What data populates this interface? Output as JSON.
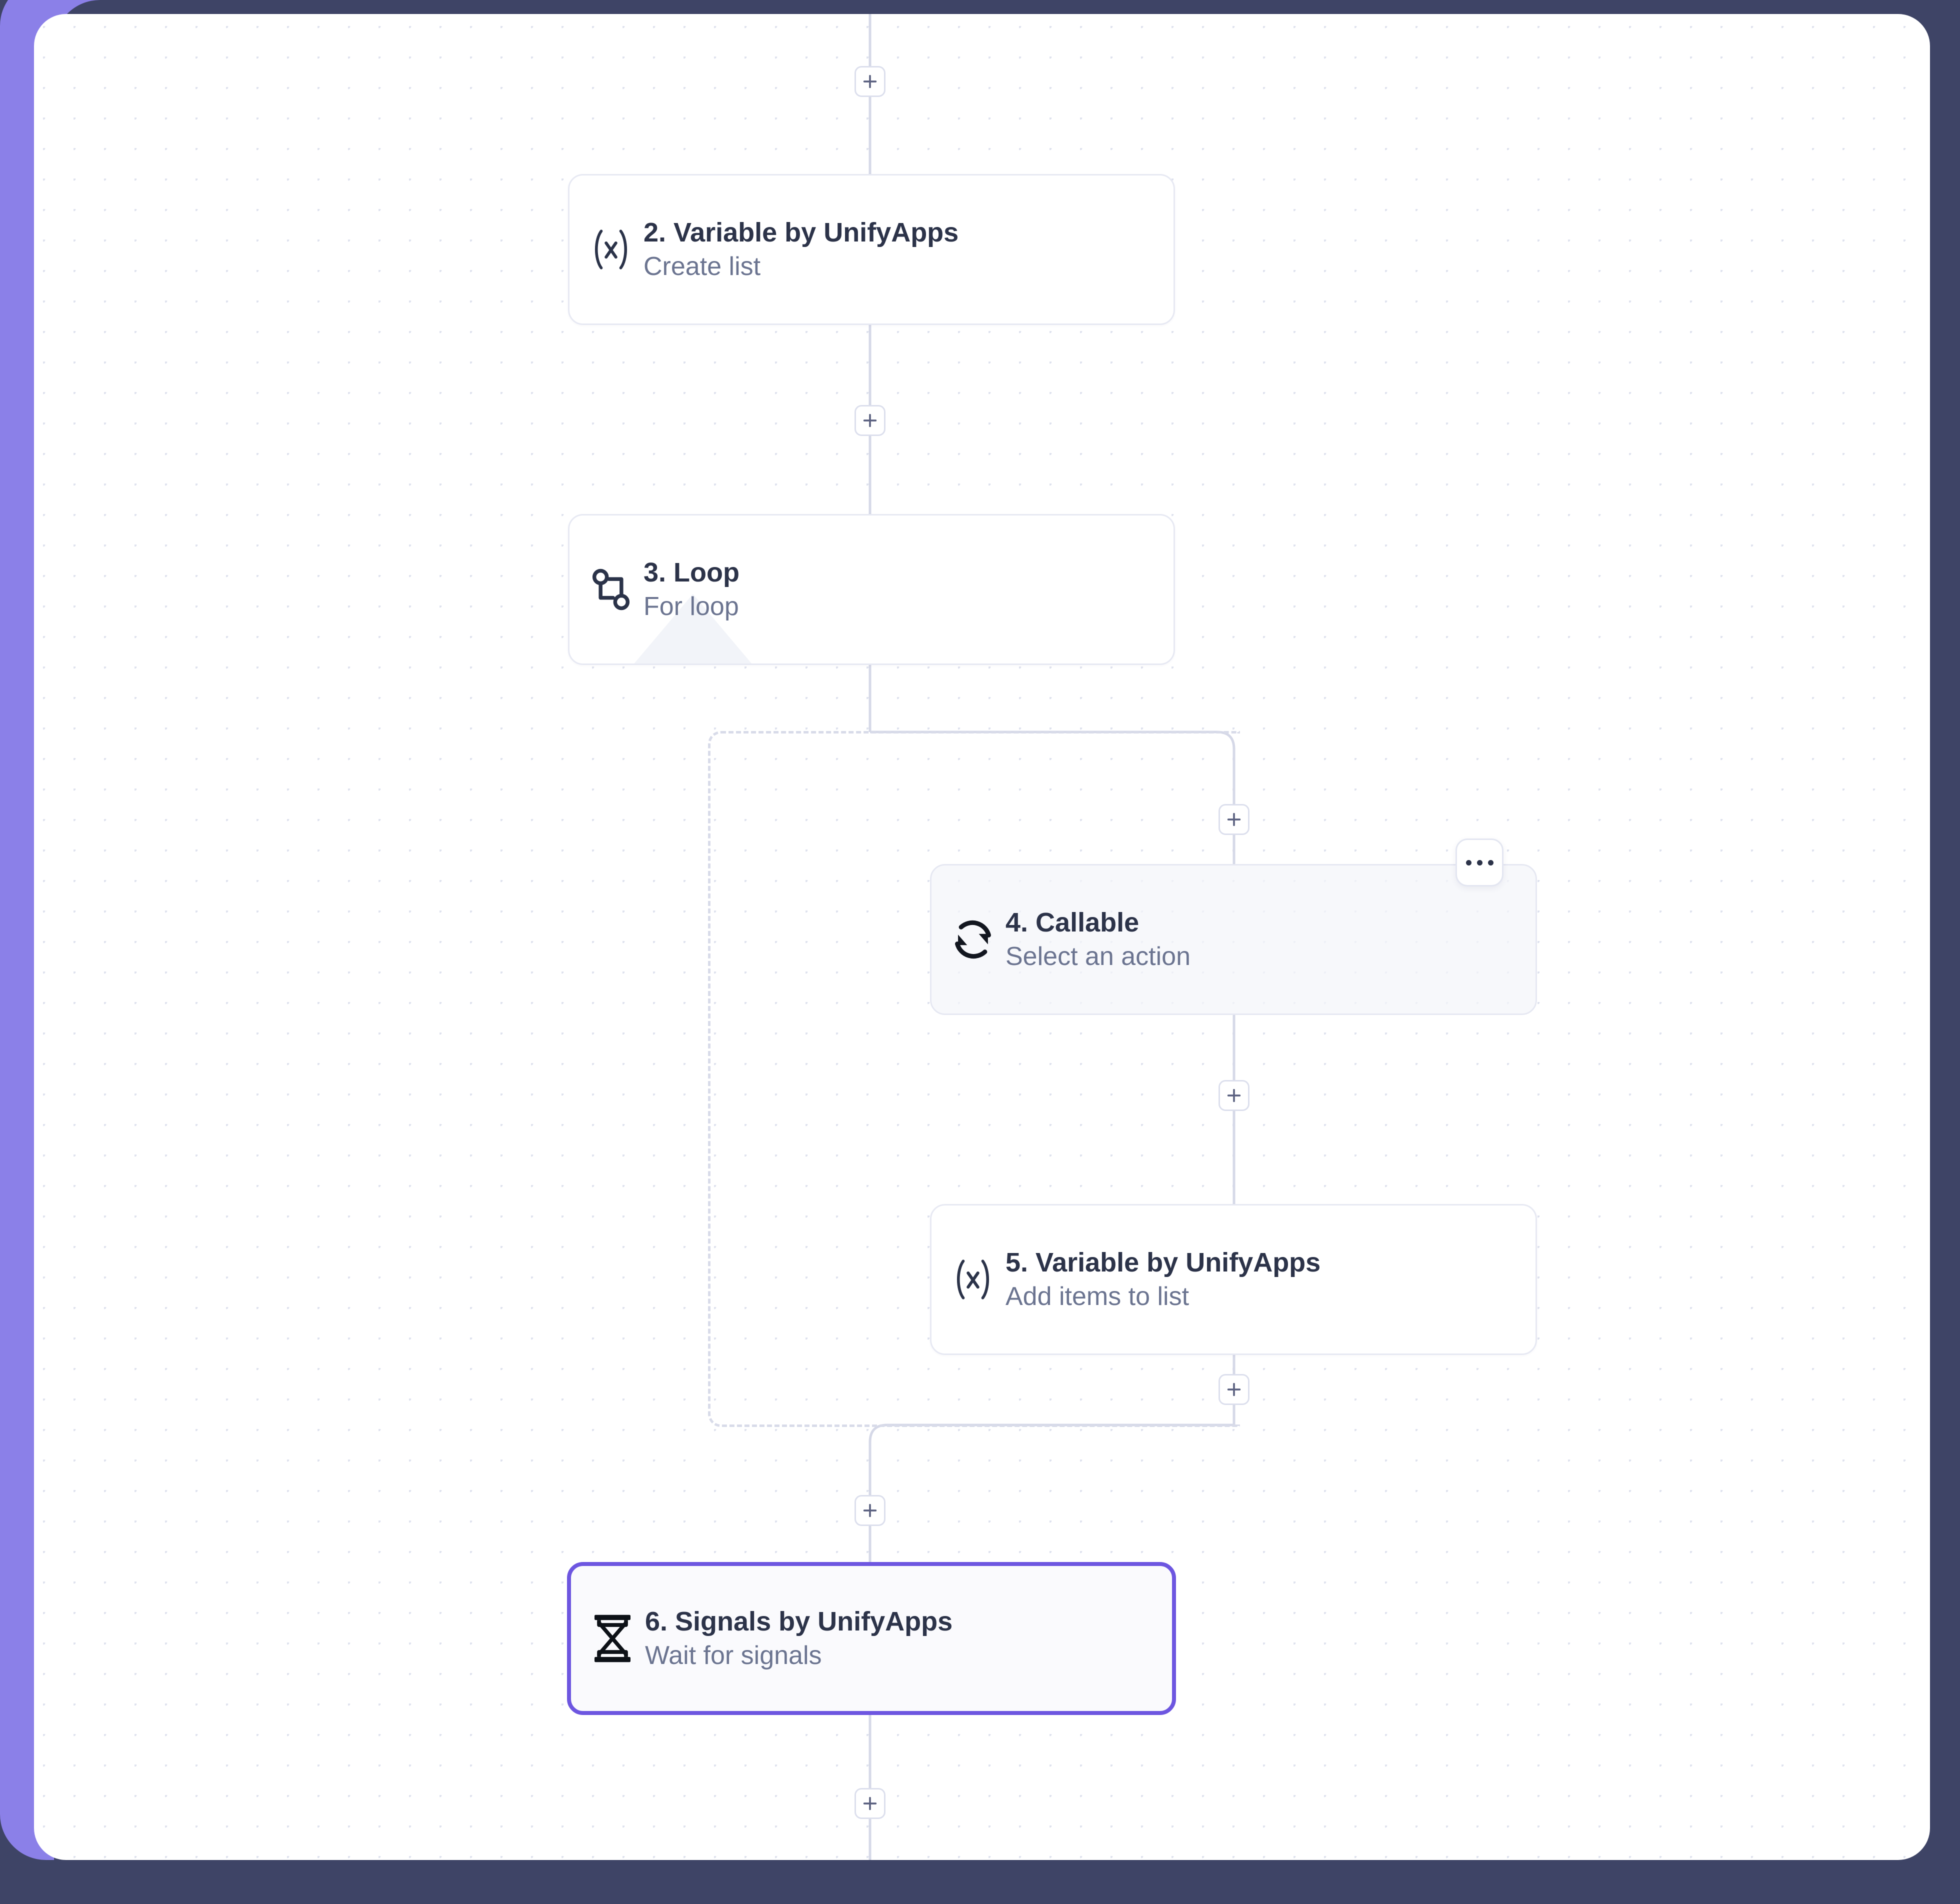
{
  "theme": {
    "frame_outer_color": "#8b80e8",
    "frame_inner_color": "#3e4466",
    "canvas_bg": "#ffffff",
    "dot_grid_color": "#dfe2ee",
    "connector_color": "#d5d8e7",
    "dashed_border_color": "#d8dbe9",
    "node_border_color": "#e7e9f3",
    "node_title_color": "#2c3349",
    "node_subtitle_color": "#6b7490",
    "selected_border_color": "#6d56e0",
    "selected_bg": "#fafafd",
    "ghost_node_bg": "rgba(244,245,249,0.72)",
    "plus_icon_color": "#5b6180"
  },
  "canvas": {
    "name": "workflow-canvas",
    "add_step_label": "+"
  },
  "nodes": [
    {
      "id": "node-2",
      "step": "2",
      "title": "2. Variable by UnifyApps",
      "subtitle": "Create list",
      "icon": "variable-icon",
      "icon_glyph": "(x)",
      "state": "default"
    },
    {
      "id": "node-3",
      "step": "3",
      "title": "3. Loop",
      "subtitle": "For loop",
      "icon": "loop-branch-icon",
      "state": "default"
    },
    {
      "id": "node-4",
      "step": "4",
      "title": "4. Callable",
      "subtitle": "Select an action",
      "icon": "refresh-sync-icon",
      "state": "hovered"
    },
    {
      "id": "node-5",
      "step": "5",
      "title": "5. Variable by UnifyApps",
      "subtitle": "Add items to list",
      "icon": "variable-icon",
      "icon_glyph": "(x)",
      "state": "default"
    },
    {
      "id": "node-6",
      "step": "6",
      "title": "6. Signals by UnifyApps",
      "subtitle": "Wait for signals",
      "icon": "hourglass-icon",
      "state": "selected"
    }
  ],
  "add_buttons": [
    {
      "id": "add-top",
      "icon": "plus-icon",
      "label": "+"
    },
    {
      "id": "add-after-node-2",
      "icon": "plus-icon",
      "label": "+"
    },
    {
      "id": "add-loop-branch-top",
      "icon": "plus-icon",
      "label": "+"
    },
    {
      "id": "add-after-node-4",
      "icon": "plus-icon",
      "label": "+"
    },
    {
      "id": "add-after-node-5",
      "icon": "plus-icon",
      "label": "+"
    },
    {
      "id": "add-after-loop",
      "icon": "plus-icon",
      "label": "+"
    },
    {
      "id": "add-bottom",
      "icon": "plus-icon",
      "label": "+"
    }
  ],
  "node_menu": {
    "name": "callable-options-menu",
    "icon": "kebab-menu-icon",
    "label": "•••"
  }
}
